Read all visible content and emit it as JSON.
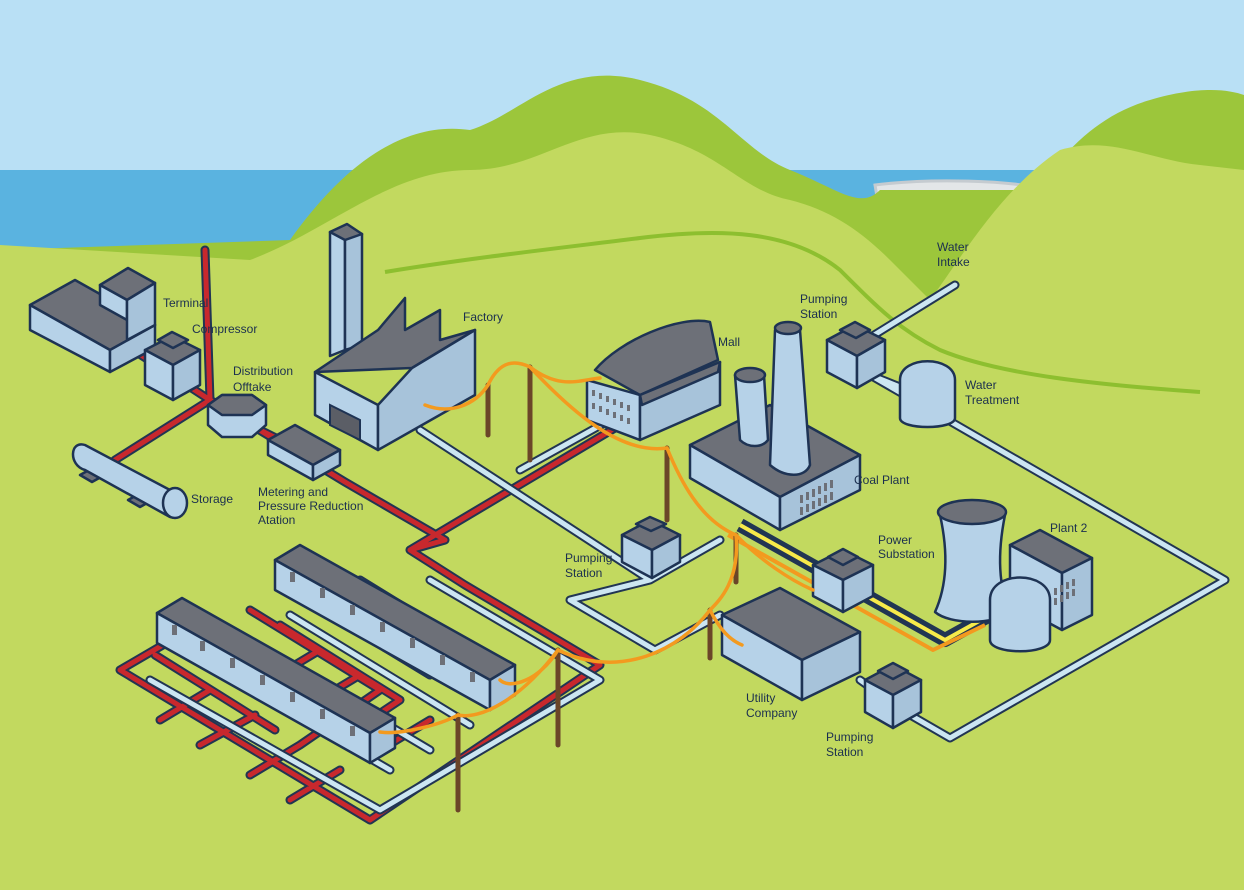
{
  "labels": {
    "terminal": "Terminal",
    "compressor": "Compressor",
    "distribution_1": "Distribution",
    "distribution_2": "Offtake",
    "storage": "Storage",
    "metering_1": "Metering and",
    "metering_2": "Pressure Reduction",
    "metering_3": "Atation",
    "factory": "Factory",
    "mall": "Mall",
    "pumping_top_1": "Pumping",
    "pumping_top_2": "Station",
    "water_intake_1": "Water",
    "water_intake_2": "Intake",
    "water_treatment_1": "Water",
    "water_treatment_2": "Treatment",
    "coal_plant": "Coal Plant",
    "plant_2": "Plant 2",
    "power_substation_1": "Power",
    "power_substation_2": "Substation",
    "pumping_mid_1": "Pumping",
    "pumping_mid_2": "Station",
    "utility_1": "Utility",
    "utility_2": "Company",
    "pumping_bottom_1": "Pumping",
    "pumping_bottom_2": "Station"
  },
  "colors": {
    "sky": "#b9e0f5",
    "sea": "#5ab3e0",
    "hill_light": "#c2d95f",
    "hill_dark": "#9cc63b",
    "gas_pipe": "#c8282d",
    "water_pipe": "#cce6f2",
    "power_line": "#f39a1f",
    "building_roof": "#6d7078",
    "building_wall": "#b6d2e8",
    "outline": "#1e3354"
  }
}
